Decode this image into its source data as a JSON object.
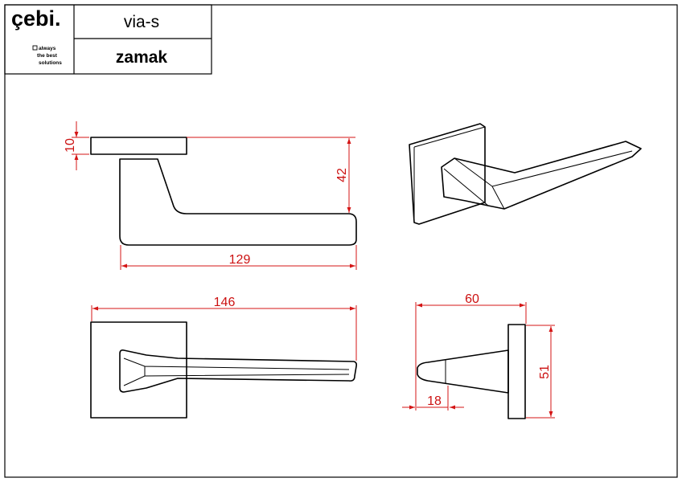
{
  "title_block": {
    "brand": "çebi.",
    "tagline": [
      "always",
      "the best",
      "solutions"
    ],
    "model": "via-s",
    "material": "zamak"
  },
  "dimensions": {
    "rose_thickness": "10",
    "lever_height": "42",
    "lever_projection": "129",
    "lever_length": "146",
    "depth": "60",
    "rose_width": "51",
    "tip_width": "18"
  },
  "colors": {
    "outline": "#000000",
    "dimension": "#d41515"
  }
}
